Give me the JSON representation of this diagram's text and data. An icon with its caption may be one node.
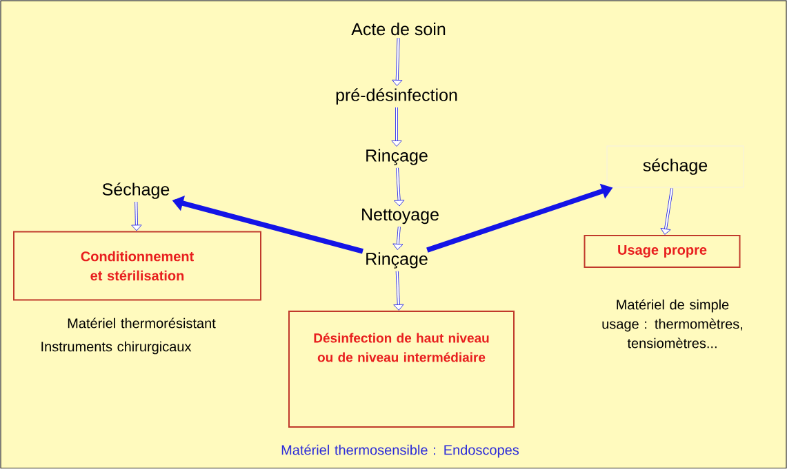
{
  "diagram": {
    "nodes": [
      {
        "text": [
          "Acte de soin"
        ]
      },
      {
        "text": [
          "pré-désinfection"
        ]
      },
      {
        "text": [
          "Rinçage"
        ]
      },
      {
        "text": [
          "Nettoyage"
        ]
      },
      {
        "text": [
          "Rinçage"
        ]
      },
      {
        "text": [
          "Séchage"
        ]
      },
      {
        "text": [
          "Conditionnement et stérilisation"
        ],
        "beside": [
          "Matériel thermorésistant",
          "Instruments chirurgicaux"
        ]
      },
      {
        "text": [
          "Désinfection de haut niveau ou de niveau intermédiaire"
        ],
        "beside": [
          "Matériel thermosensible : Endoscopes"
        ]
      },
      {
        "text": [
          "séchage"
        ]
      },
      {
        "text": [
          "Usage propre"
        ],
        "beside": [
          "Matériel de simple usage : thermomètres, tensiomètres..."
        ]
      }
    ],
    "edges": [
      {
        "from": 0,
        "to": 1,
        "arrow": "to"
      },
      {
        "from": 1,
        "to": 2,
        "arrow": "to"
      },
      {
        "from": 2,
        "to": 3,
        "arrow": "to"
      },
      {
        "from": 3,
        "to": 4,
        "arrow": "to"
      },
      {
        "from": 4,
        "to": 5,
        "arrow": "to",
        "style": "thick"
      },
      {
        "from": 4,
        "to": 8,
        "arrow": "to",
        "style": "thick"
      },
      {
        "from": 4,
        "to": 7,
        "arrow": "to"
      },
      {
        "from": 5,
        "to": 6,
        "arrow": "to"
      },
      {
        "from": 8,
        "to": 9,
        "arrow": "to"
      }
    ]
  }
}
